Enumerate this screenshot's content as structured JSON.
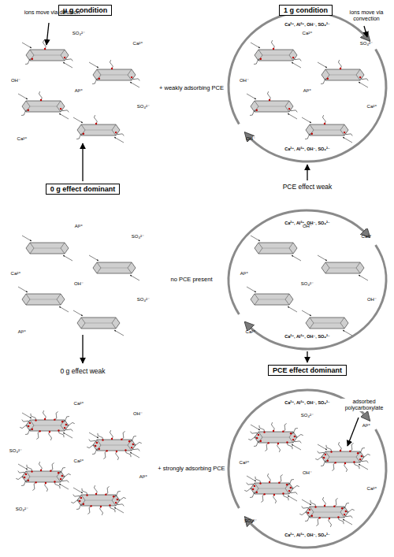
{
  "diagram": {
    "nodes": [
      {
        "text": [
          "μ g condition"
        ]
      },
      {
        "text": [
          "1 g condition"
        ]
      },
      {
        "text": [
          "0 g effect dominant"
        ]
      },
      {
        "text": [
          "PCE effect dominant"
        ]
      }
    ],
    "labels": [
      "ions move via diffusion",
      "ions move via convection",
      "Ca²⁺, Al³⁺, OH⁻, SO₄²⁻",
      "Ca²⁺, Al³⁺, OH⁻, SO₄²⁻",
      "+ weakly adsorbing PCE",
      "PCE effect weak",
      "no PCE present",
      "Ca²⁺, Al³⁺, OH⁻, SO₄²⁻",
      "Ca²⁺, Al³⁺, OH⁻, SO₄²⁻",
      "0 g effect weak",
      "+ strongly adsorbing PCE",
      "adsorbed polycarboxylate",
      "Ca²⁺, Al³⁺, OH⁻, SO₄²⁻",
      "Ca²⁺, Al³⁺, OH⁻, SO₄²⁻",
      "SO₄²⁻",
      "Ca²⁺",
      "OH⁻",
      "Al³⁺",
      "SO₄²⁻",
      "Ca²⁺",
      "Ca²⁺",
      "SO₄²⁻",
      "OH⁻",
      "Al³⁺",
      "Ca²⁺",
      "OH⁻",
      "Al³⁺",
      "SO₄²⁻",
      "Ca²⁺",
      "OH⁻",
      "SO₄²⁻",
      "Al³⁺",
      "OH⁻",
      "Ca²⁺",
      "Al³⁺",
      "SO₄²⁻",
      "OH⁻",
      "Ca²⁺",
      "Ca²⁺",
      "OH⁻",
      "SO₄²⁻",
      "Ca²⁺",
      "Al³⁺",
      "SO₄²⁻",
      "SO₄²⁻",
      "Al³⁺",
      "Ca²⁺",
      "OH⁻",
      "Ca²⁺",
      "SO₄²⁻"
    ]
  }
}
